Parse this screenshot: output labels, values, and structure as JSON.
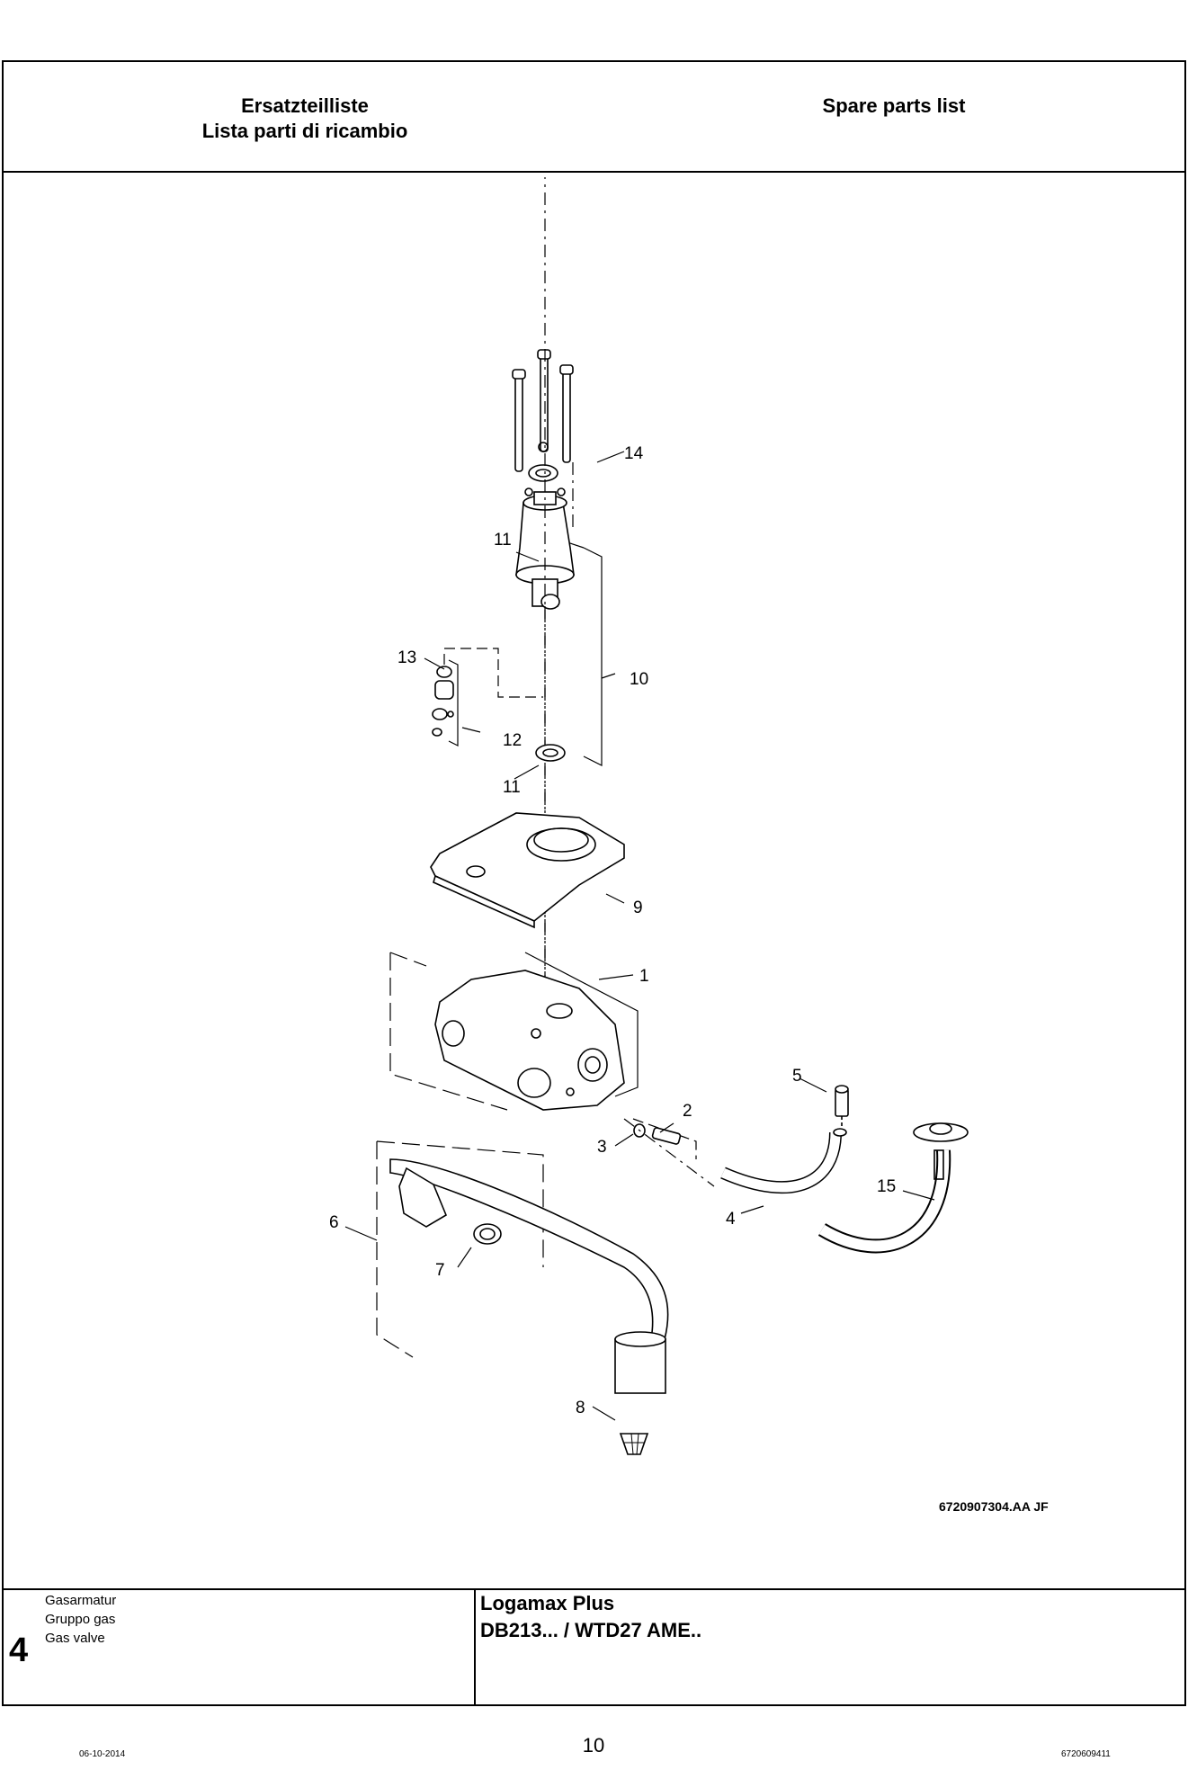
{
  "header": {
    "title_de": "Ersatzteilliste",
    "title_it": "Lista parti di ricambio",
    "title_en": "Spare parts list"
  },
  "drawing": {
    "callouts": [
      "1",
      "2",
      "3",
      "4",
      "5",
      "6",
      "7",
      "8",
      "9",
      "10",
      "11",
      "11",
      "12",
      "13",
      "14",
      "15"
    ],
    "code": "6720907304.AA   JF"
  },
  "section": {
    "number": "4",
    "names": [
      "Gasarmatur",
      "Gruppo gas",
      "Gas valve"
    ]
  },
  "product": {
    "line1": "Logamax Plus",
    "line2": "DB213... / WTD27 AME.."
  },
  "footer": {
    "date": "06-10-2014",
    "page": "10",
    "doc_number": "6720609411"
  }
}
